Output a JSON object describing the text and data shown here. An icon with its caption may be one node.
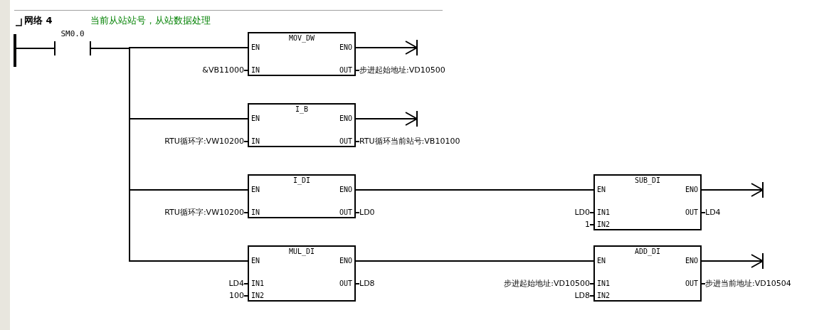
{
  "diagram": {
    "title": "网络 4",
    "nodes": [
      {
        "text": [],
        "shape": "bar"
      },
      {
        "text": [
          "SM0.0"
        ]
      },
      {
        "text": [
          "MOV_DW",
          "EN",
          "ENO",
          "IN",
          "OUT"
        ],
        "beside": [
          "&VB11000",
          "步进起始地址:VD10500"
        ]
      },
      {
        "text": [
          "I_B",
          "EN",
          "ENO",
          "IN",
          "OUT"
        ],
        "beside": [
          "RTU循环字:VW10200",
          "RTU循环当前站号:VB10100"
        ]
      },
      {
        "text": [
          "I_DI",
          "EN",
          "ENO",
          "IN",
          "OUT"
        ],
        "beside": [
          "RTU循环字:VW10200",
          "LD0"
        ]
      },
      {
        "text": [
          "SUB_DI",
          "EN",
          "ENO",
          "IN1",
          "IN2",
          "OUT"
        ],
        "beside": [
          "LD0",
          "1",
          "LD4"
        ]
      },
      {
        "text": [
          "MUL_DI",
          "EN",
          "ENO",
          "IN1",
          "IN2",
          "OUT"
        ],
        "beside": [
          "LD4",
          "100",
          "LD8"
        ]
      },
      {
        "text": [
          "ADD_DI",
          "EN",
          "ENO",
          "IN1",
          "IN2",
          "OUT"
        ],
        "beside": [
          "步进起始地址:VD10500",
          "LD8",
          "步进当前地址:VD10504"
        ]
      },
      {
        "text": [],
        "shape": "band"
      }
    ],
    "edges": [
      {
        "from": 0,
        "to": 1,
        "arrow": "none"
      },
      {
        "from": 1,
        "to": 2,
        "arrow": "none"
      },
      {
        "from": 1,
        "to": 3,
        "arrow": "none"
      },
      {
        "from": 1,
        "to": 4,
        "arrow": "none"
      },
      {
        "from": 1,
        "to": 6,
        "arrow": "none"
      },
      {
        "from": 4,
        "to": 5,
        "arrow": "none"
      },
      {
        "from": 6,
        "to": 7,
        "arrow": "none"
      },
      {
        "from": 2,
        "to": null,
        "arrow": "to"
      },
      {
        "from": 3,
        "to": null,
        "arrow": "to"
      },
      {
        "from": 5,
        "to": null,
        "arrow": "to"
      },
      {
        "from": 7,
        "to": null,
        "arrow": "to"
      }
    ],
    "labels": [
      "当前从站站号，从站数据处理"
    ]
  }
}
